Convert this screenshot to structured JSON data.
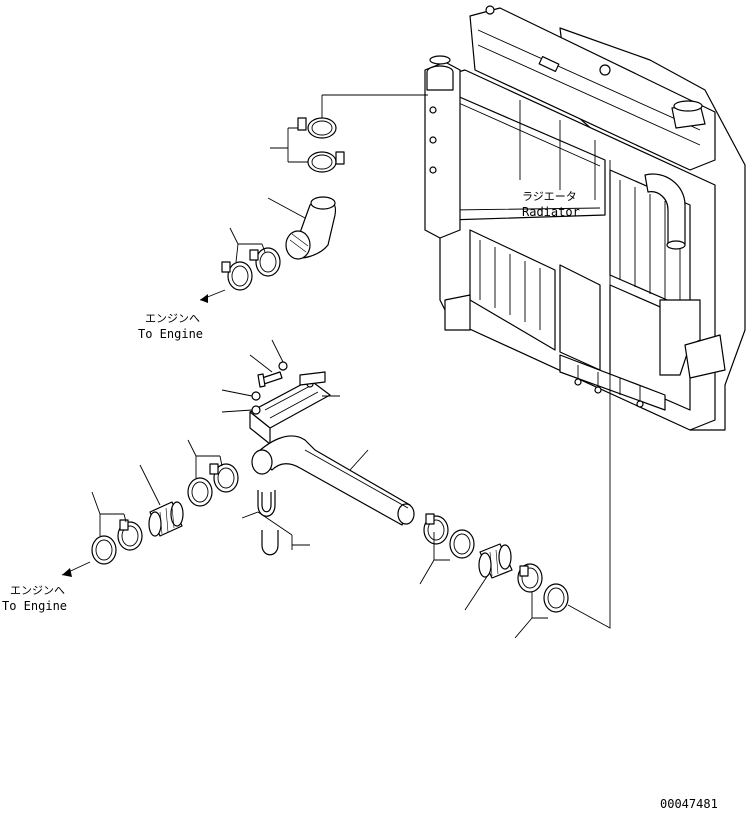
{
  "labels": {
    "radiator_jp": "ラジエータ",
    "radiator_en": "Radiator",
    "engine_top_jp": "エンジンへ",
    "engine_top_en": "To Engine",
    "engine_bottom_jp": "エンジンへ",
    "engine_bottom_en": "To Engine",
    "drawing_number": "00047481"
  }
}
